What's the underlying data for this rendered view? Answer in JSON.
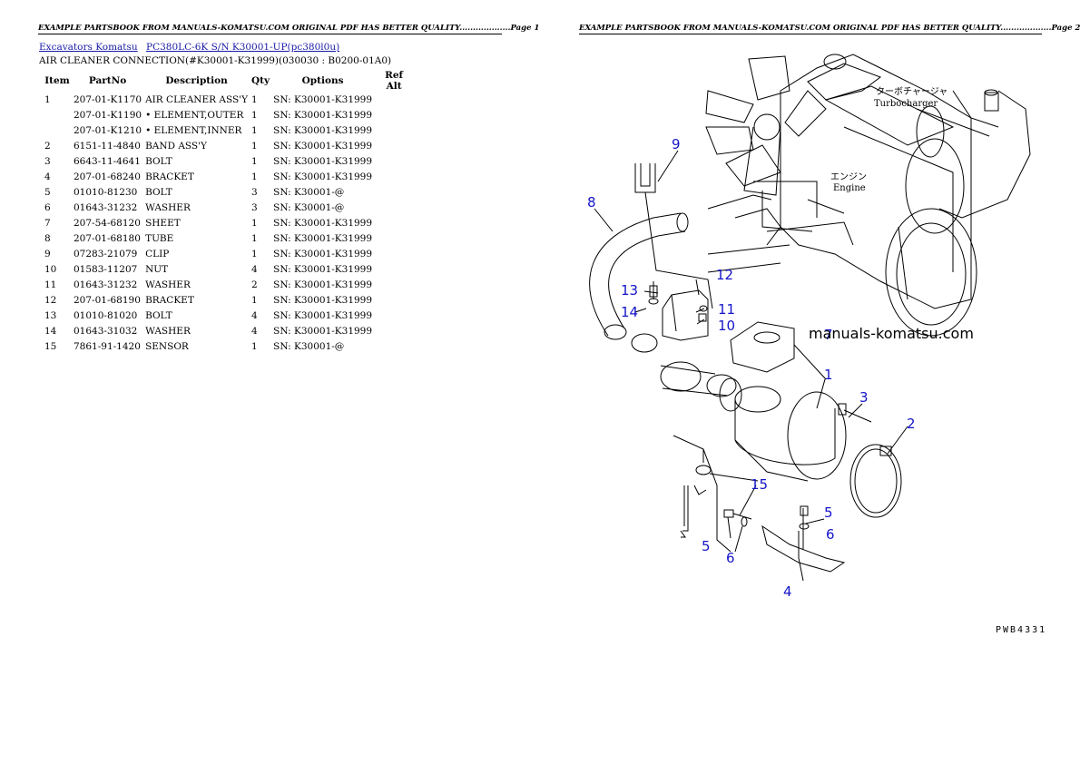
{
  "header": {
    "page1": "EXAMPLE PARTSBOOK FROM MANUALS-KOMATSU.COM ORIGINAL PDF HAS BETTER QUALITY...................Page 1",
    "page2": "EXAMPLE PARTSBOOK FROM MANUALS-KOMATSU.COM ORIGINAL PDF HAS BETTER QUALITY...................Page 2"
  },
  "breadcrumb": {
    "link1": "Excavators Komatsu",
    "link2": "PC380LC-6K S/N K30001-UP(pc380l0u)"
  },
  "subtitle": "AIR CLEANER CONNECTION(#K30001-K31999)(030030 : B0200-01A0)",
  "table": {
    "headers": [
      "Item",
      "PartNo",
      "Description",
      "Qty",
      "Options",
      "Ref Alt"
    ],
    "rows": [
      [
        "1",
        "207-01-K1170",
        "AIR CLEANER ASS'Y",
        "1",
        "SN: K30001-K31999",
        ""
      ],
      [
        "",
        "207-01-K1190",
        "• ELEMENT,OUTER",
        "1",
        "SN: K30001-K31999",
        ""
      ],
      [
        "",
        "207-01-K1210",
        "• ELEMENT,INNER",
        "1",
        "SN: K30001-K31999",
        ""
      ],
      [
        "2",
        "6151-11-4840",
        "BAND ASS'Y",
        "1",
        "SN: K30001-K31999",
        ""
      ],
      [
        "3",
        "6643-11-4641",
        "BOLT",
        "1",
        "SN: K30001-K31999",
        ""
      ],
      [
        "4",
        "207-01-68240",
        "BRACKET",
        "1",
        "SN: K30001-K31999",
        ""
      ],
      [
        "5",
        "01010-81230",
        "BOLT",
        "3",
        "SN: K30001-@",
        ""
      ],
      [
        "6",
        "01643-31232",
        "WASHER",
        "3",
        "SN: K30001-@",
        ""
      ],
      [
        "7",
        "207-54-68120",
        "SHEET",
        "1",
        "SN: K30001-K31999",
        ""
      ],
      [
        "8",
        "207-01-68180",
        "TUBE",
        "1",
        "SN: K30001-K31999",
        ""
      ],
      [
        "9",
        "07283-21079",
        "CLIP",
        "1",
        "SN: K30001-K31999",
        ""
      ],
      [
        "10",
        "01583-11207",
        "NUT",
        "4",
        "SN: K30001-K31999",
        ""
      ],
      [
        "11",
        "01643-31232",
        "WASHER",
        "2",
        "SN: K30001-K31999",
        ""
      ],
      [
        "12",
        "207-01-68190",
        "BRACKET",
        "1",
        "SN: K30001-K31999",
        ""
      ],
      [
        "13",
        "01010-81020",
        "BOLT",
        "4",
        "SN: K30001-K31999",
        ""
      ],
      [
        "14",
        "01643-31032",
        "WASHER",
        "4",
        "SN: K30001-K31999",
        ""
      ],
      [
        "15",
        "7861-91-1420",
        "SENSOR",
        "1",
        "SN: K30001-@",
        ""
      ]
    ]
  },
  "diagram": {
    "turbo_jp": "ターボチャージャ",
    "turbo_en": "Turbocharger",
    "engine_jp": "エンジン",
    "engine_en": "Engine",
    "watermark": "manuals-komatsu.com",
    "code": "PWB4331",
    "callouts": {
      "c1": "1",
      "c2": "2",
      "c3": "3",
      "c4": "4",
      "c5a": "5",
      "c5b": "5",
      "c6a": "6",
      "c6b": "6",
      "c7": "7",
      "c8": "8",
      "c9": "9",
      "c10": "10",
      "c11": "11",
      "c12": "12",
      "c13": "13",
      "c14": "14",
      "c15": "15"
    }
  },
  "colors": {
    "link": "#1a1aa8",
    "callout": "#1515c8"
  }
}
